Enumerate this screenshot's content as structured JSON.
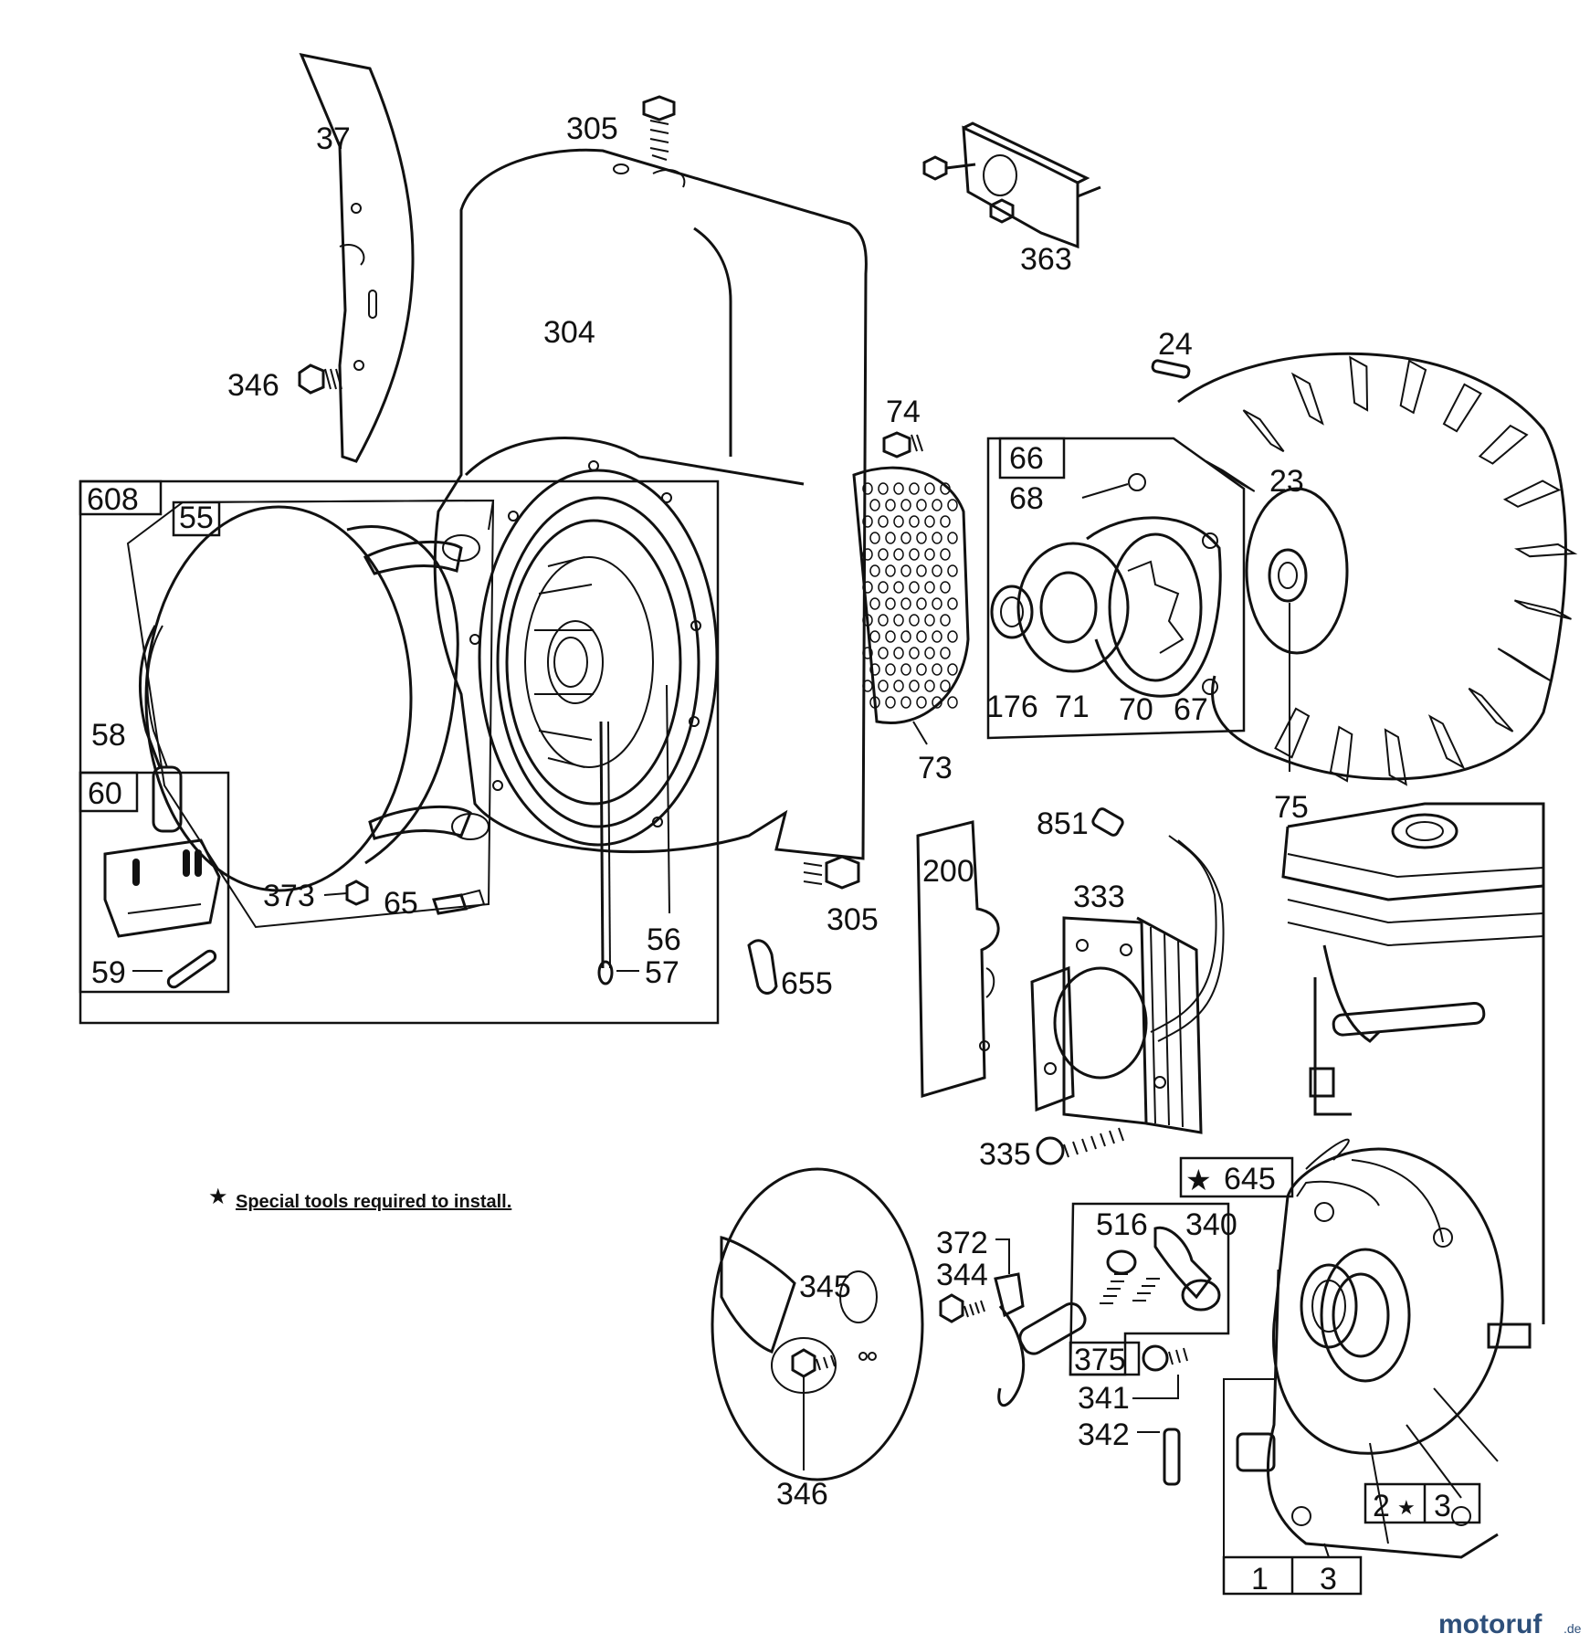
{
  "labels": {
    "l37": "37",
    "l305a": "305",
    "l363": "363",
    "l304": "304",
    "l346a": "346",
    "l24": "24",
    "l74": "74",
    "l66": "66",
    "l68": "68",
    "l23": "23",
    "l608": "608",
    "l55": "55",
    "l58": "58",
    "l60": "60",
    "l59": "59",
    "l373": "373",
    "l65": "65",
    "l56": "56",
    "l57": "57",
    "l305b": "305",
    "l655": "655",
    "l73": "73",
    "l176": "176",
    "l71": "71",
    "l70": "70",
    "l67": "67",
    "l75": "75",
    "l851": "851",
    "l200": "200",
    "l333": "333",
    "l335": "335",
    "l645": "645",
    "l345": "345",
    "l346b": "346",
    "l372": "372",
    "l344": "344",
    "l516": "516",
    "l340": "340",
    "l375": "375",
    "l341": "341",
    "l342": "342",
    "l2": "2",
    "l3a": "3",
    "l1": "1",
    "l3b": "3"
  },
  "note": "Special tools required to install.",
  "watermark": {
    "brand": "motoruf",
    "suffix": ".de"
  }
}
